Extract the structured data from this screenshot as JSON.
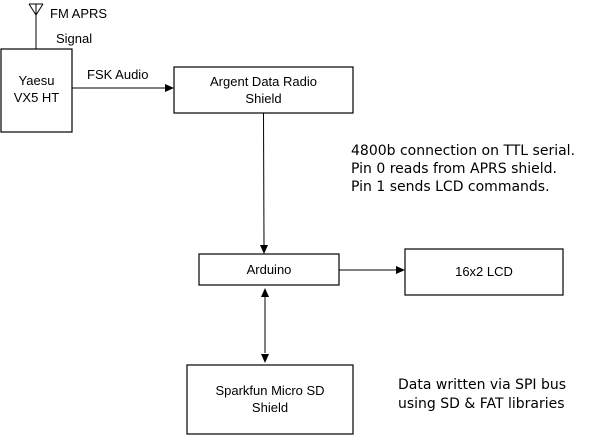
{
  "nodes": {
    "radio": {
      "line1": "Yaesu",
      "line2": "VX5 HT"
    },
    "argent": {
      "line1": "Argent Data Radio",
      "line2": "Shield"
    },
    "arduino": {
      "label": "Arduino"
    },
    "lcd": {
      "label": "16x2 LCD"
    },
    "sd": {
      "line1": "Sparkfun Micro SD",
      "line2": "Shield"
    }
  },
  "antenna": {
    "label": "FM APRS",
    "sublabel": "Signal"
  },
  "edges": {
    "radio_to_argent": "FSK Audio"
  },
  "notes": {
    "serial": [
      "4800b connection on TTL serial.",
      "Pin 0 reads from APRS shield.",
      "Pin 1 sends LCD commands."
    ],
    "spi": [
      "Data written via SPI bus",
      "using SD & FAT libraries"
    ]
  }
}
